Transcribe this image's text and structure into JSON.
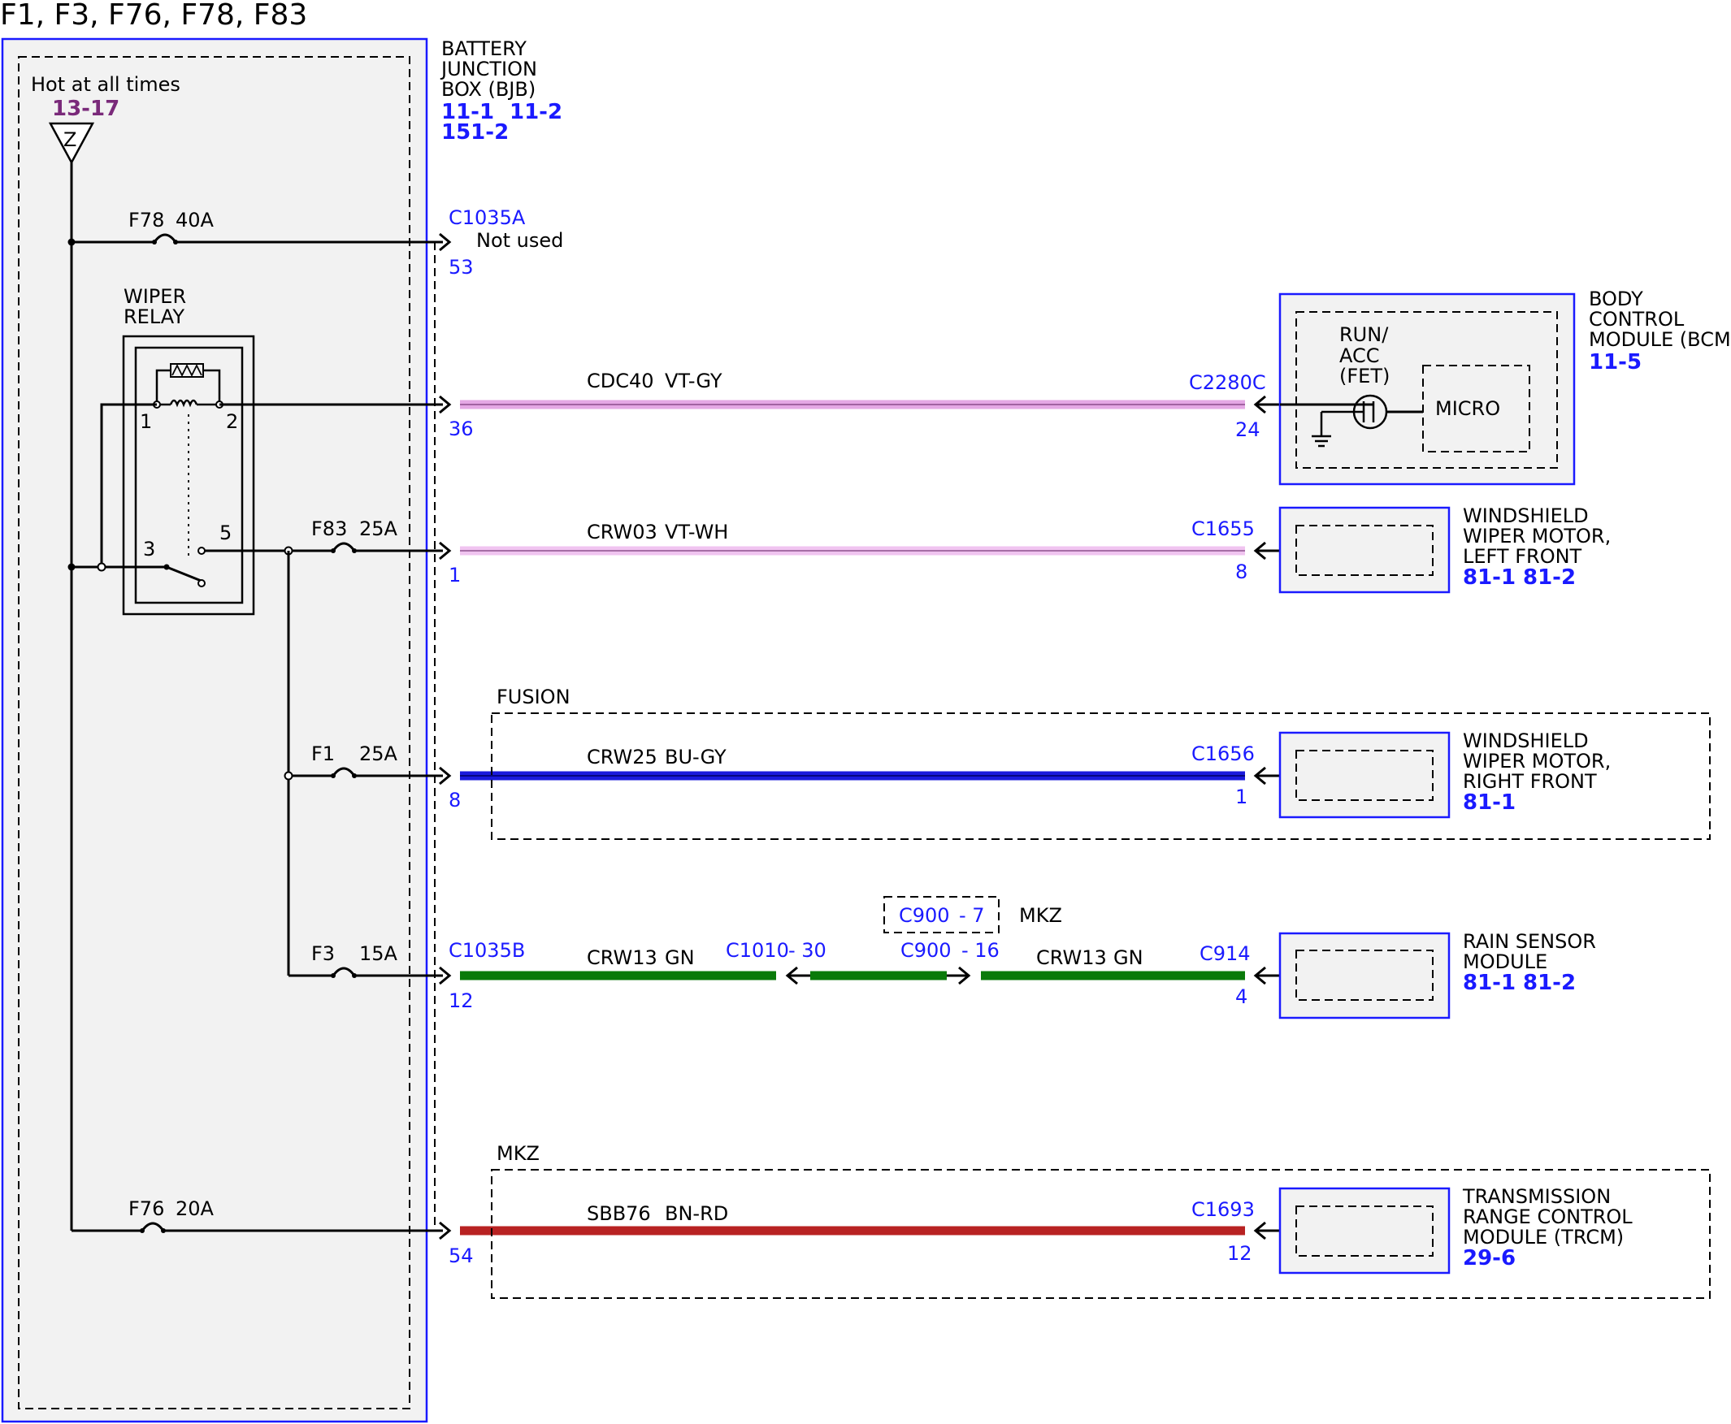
{
  "title": "F1, F3, F76, F78, F83",
  "bjb": {
    "name_lines": [
      "BATTERY",
      "JUNCTION",
      "BOX (BJB)"
    ],
    "refs_line1": [
      "11-1",
      "11-2"
    ],
    "refs_line2": "151-2",
    "hot_text": "Hot at all times",
    "hot_ref": "13-17",
    "source_letter": "Z"
  },
  "fuses": [
    {
      "name": "F78",
      "rating": "40A"
    },
    {
      "name": "F83",
      "rating": "25A"
    },
    {
      "name": "F1",
      "rating": "25A"
    },
    {
      "name": "F3",
      "rating": "15A"
    },
    {
      "name": "F76",
      "rating": "20A"
    }
  ],
  "relay": {
    "title_lines": [
      "WIPER",
      "RELAY"
    ],
    "pins": [
      "1",
      "2",
      "3",
      "5"
    ]
  },
  "connectors": {
    "c1035a": {
      "name": "C1035A",
      "note": "Not used",
      "pins": [
        "53",
        "36",
        "1",
        "8",
        "54"
      ]
    },
    "c1035b": {
      "name": "C1035B",
      "pin": "12"
    },
    "c2280c": {
      "name": "C2280C",
      "pin": "24"
    },
    "c1655": {
      "name": "C1655",
      "pin": "8"
    },
    "c1656": {
      "name": "C1656",
      "pin": "1"
    },
    "c1010": {
      "name": "C1010",
      "pin": "- 30"
    },
    "c900": {
      "name": "C900",
      "pin": "- 16"
    },
    "c900_alt": {
      "name": "C900",
      "pin": "- 7",
      "note": "MKZ"
    },
    "c914": {
      "name": "C914",
      "pin": "4"
    },
    "c1693": {
      "name": "C1693",
      "pin": "12"
    }
  },
  "wires": [
    {
      "circuit": "CDC40",
      "color_code": "VT-GY",
      "color": "#e5a8e5"
    },
    {
      "circuit": "CRW03",
      "color_code": "VT-WH",
      "color": "#f0c4f0"
    },
    {
      "circuit": "CRW25",
      "color_code": "BU-GY",
      "color": "#1a1adc"
    },
    {
      "circuit": "CRW13",
      "color_code": "GN",
      "color": "#0a7a0a"
    },
    {
      "circuit": "CRW13",
      "color_code": "GN",
      "color": "#0a7a0a"
    },
    {
      "circuit": "SBB76",
      "color_code": "BN-RD",
      "color": "#b82222"
    }
  ],
  "regions": {
    "fusion": "FUSION",
    "mkz": "MKZ"
  },
  "modules": {
    "bcm": {
      "name_lines": [
        "BODY",
        "CONTROL",
        "MODULE (BCM)"
      ],
      "ref": "11-5",
      "inner_lines": [
        "RUN/",
        "ACC",
        "(FET)"
      ],
      "micro": "MICRO"
    },
    "wiper_lf": {
      "name_lines": [
        "WINDSHIELD",
        "WIPER MOTOR,",
        "LEFT FRONT"
      ],
      "refs": [
        "81-1",
        "81-2"
      ]
    },
    "wiper_rf": {
      "name_lines": [
        "WINDSHIELD",
        "WIPER MOTOR,",
        "RIGHT FRONT"
      ],
      "refs": [
        "81-1"
      ]
    },
    "rain": {
      "name_lines": [
        "RAIN SENSOR",
        "MODULE"
      ],
      "refs": [
        "81-1",
        "81-2"
      ]
    },
    "trcm": {
      "name_lines": [
        "TRANSMISSION",
        "RANGE CONTROL",
        "MODULE (TRCM)"
      ],
      "refs": [
        "29-6"
      ]
    }
  }
}
